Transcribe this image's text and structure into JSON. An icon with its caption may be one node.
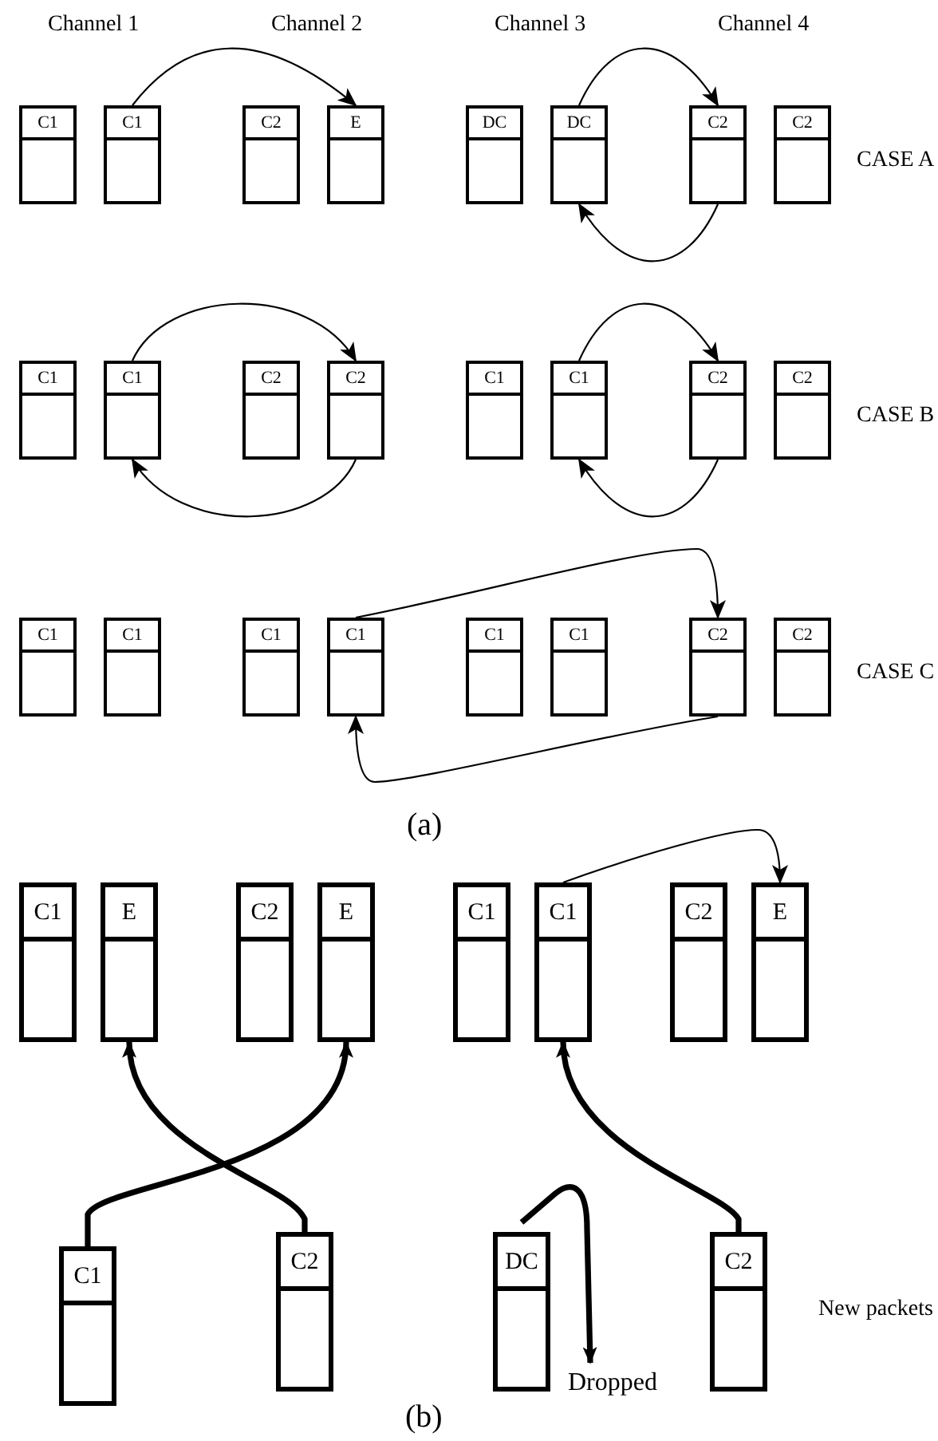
{
  "diagram": {
    "nodes": [
      {
        "text": [
          "C1"
        ]
      },
      {
        "text": [
          "C1"
        ]
      },
      {
        "text": [
          "C2"
        ]
      },
      {
        "text": [
          "E"
        ]
      },
      {
        "text": [
          "DC"
        ]
      },
      {
        "text": [
          "DC"
        ]
      },
      {
        "text": [
          "C2"
        ]
      },
      {
        "text": [
          "C2"
        ]
      },
      {
        "text": [
          "C1"
        ]
      },
      {
        "text": [
          "C1"
        ]
      },
      {
        "text": [
          "C2"
        ]
      },
      {
        "text": [
          "C2"
        ]
      },
      {
        "text": [
          "C1"
        ]
      },
      {
        "text": [
          "C1"
        ]
      },
      {
        "text": [
          "C2"
        ]
      },
      {
        "text": [
          "C2"
        ]
      },
      {
        "text": [
          "C1"
        ]
      },
      {
        "text": [
          "C1"
        ]
      },
      {
        "text": [
          "C1"
        ]
      },
      {
        "text": [
          "C1"
        ]
      },
      {
        "text": [
          "C1"
        ]
      },
      {
        "text": [
          "C1"
        ]
      },
      {
        "text": [
          "C2"
        ]
      },
      {
        "text": [
          "C2"
        ]
      },
      {
        "text": [
          "C1"
        ]
      },
      {
        "text": [
          "E"
        ]
      },
      {
        "text": [
          "C2"
        ]
      },
      {
        "text": [
          "E"
        ]
      },
      {
        "text": [
          "C1"
        ]
      },
      {
        "text": [
          "C1"
        ]
      },
      {
        "text": [
          "C2"
        ]
      },
      {
        "text": [
          "E"
        ]
      },
      {
        "text": [
          "C1"
        ]
      },
      {
        "text": [
          "C2"
        ]
      },
      {
        "text": [
          "DC"
        ]
      },
      {
        "text": [
          "C2"
        ]
      },
      {
        "text": [
          "Dropped"
        ]
      }
    ],
    "edges": [
      {
        "from": 1,
        "to": 3,
        "arrow": "to"
      },
      {
        "from": 5,
        "to": 6,
        "arrow": "to"
      },
      {
        "from": 6,
        "to": 5,
        "arrow": "to"
      },
      {
        "from": 9,
        "to": 11,
        "arrow": "to"
      },
      {
        "from": 11,
        "to": 9,
        "arrow": "to"
      },
      {
        "from": 13,
        "to": 14,
        "arrow": "to"
      },
      {
        "from": 14,
        "to": 13,
        "arrow": "to"
      },
      {
        "from": 19,
        "to": 22,
        "arrow": "to"
      },
      {
        "from": 22,
        "to": 19,
        "arrow": "to"
      },
      {
        "from": 29,
        "to": 31,
        "arrow": "to"
      },
      {
        "from": 32,
        "to": 27,
        "arrow": "to",
        "style": "thick"
      },
      {
        "from": 33,
        "to": 25,
        "arrow": "to",
        "style": "thick"
      },
      {
        "from": 34,
        "to": 36,
        "arrow": "to",
        "style": "thick"
      },
      {
        "from": 35,
        "to": 29,
        "arrow": "to",
        "style": "thick"
      }
    ],
    "labels": [
      "Channel 1",
      "Channel 2",
      "Channel 3",
      "Channel 4",
      "CASE A",
      "CASE B",
      "CASE C",
      "(a)",
      "New packets",
      "(b)"
    ]
  }
}
